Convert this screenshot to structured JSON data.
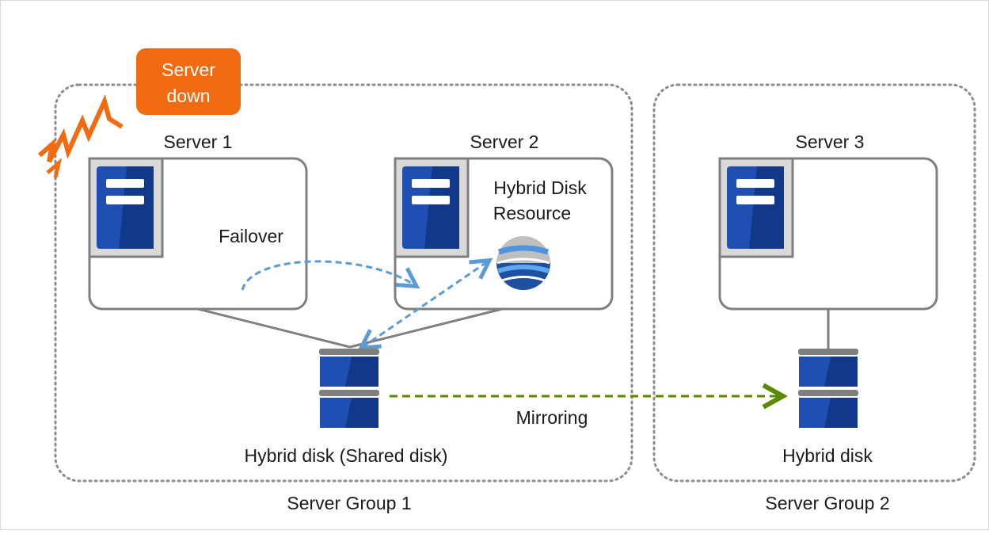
{
  "badge": {
    "line1": "Server",
    "line2": "down",
    "color": "#f26b11"
  },
  "servers": {
    "server1": "Server 1",
    "server2": "Server 2",
    "server3": "Server 3"
  },
  "labels": {
    "failover": "Failover",
    "hybrid_disk_resource_line1": "Hybrid Disk",
    "hybrid_disk_resource_line2": "Resource",
    "mirroring": "Mirroring",
    "shared_disk": "Hybrid disk (Shared disk)",
    "hybrid_disk": "Hybrid disk"
  },
  "groups": {
    "group1": "Server Group 1",
    "group2": "Server Group 2"
  },
  "colors": {
    "server_blue": "#1f4fb3",
    "failover_arrow": "#5b9bd5",
    "mirroring_arrow": "#5a8a00",
    "alert": "#f26b11"
  }
}
